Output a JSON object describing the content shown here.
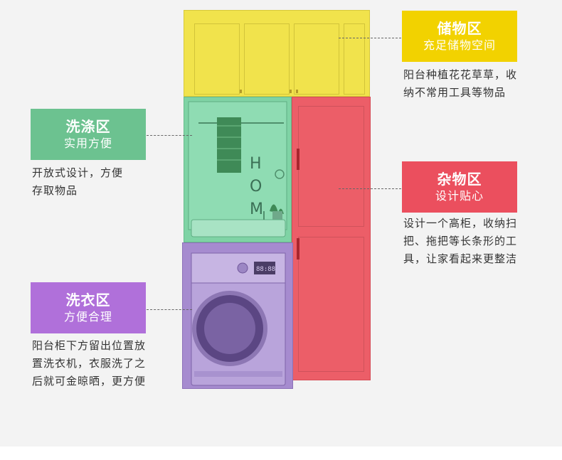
{
  "zones": {
    "storage": {
      "title": "储物区",
      "subtitle": "充足储物空间",
      "desc_lines": [
        "阳台种植花花草草，收",
        "纳不常用工具等物品"
      ],
      "color": "#f2d200"
    },
    "washing": {
      "title": "洗涤区",
      "subtitle": "实用方便",
      "desc_lines": [
        "开放式设计，方便",
        "存取物品"
      ],
      "color": "#6cc290"
    },
    "misc": {
      "title": "杂物区",
      "subtitle": "设计贴心",
      "desc_lines": [
        "设计一个高柜，收纳扫",
        "把、拖把等长条形的工",
        "具，让家看起来更整洁"
      ],
      "color": "#eb4f5e"
    },
    "laundry": {
      "title": "洗衣区",
      "subtitle": "方便合理",
      "desc_lines": [
        "阳台柜下方留出位置放",
        "置洗衣机，衣服洗了之",
        "后就可金晾晒，更方便"
      ],
      "color": "#b070da"
    }
  },
  "decor": {
    "wall_letters": [
      "H",
      "O",
      "M"
    ],
    "washer_display": "88:88"
  }
}
